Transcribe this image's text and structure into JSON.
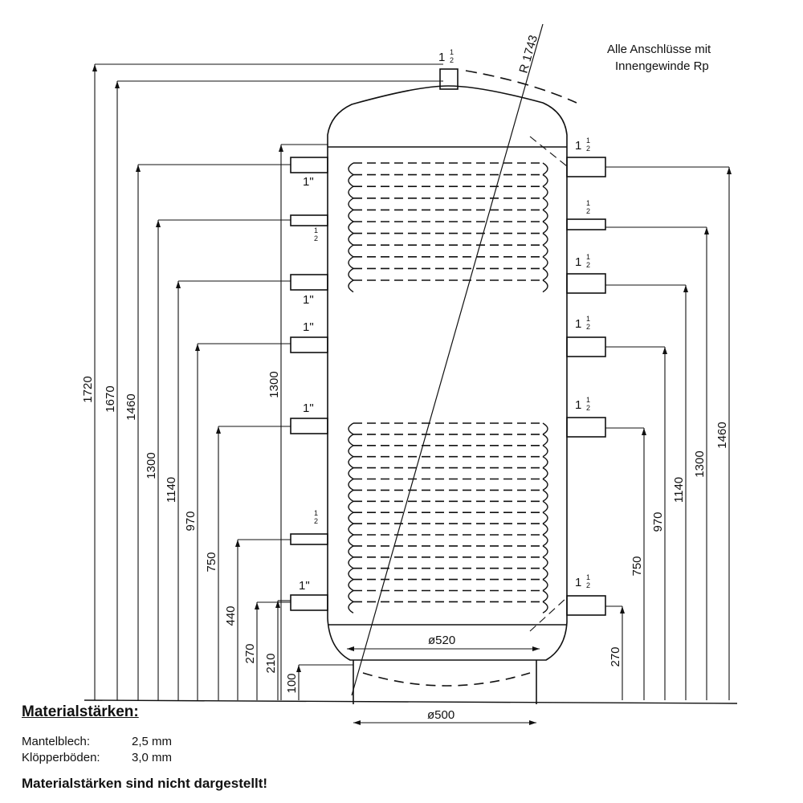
{
  "note": {
    "line1": "Alle Anschlüsse mit",
    "line2": "Innengewinde Rp"
  },
  "radius_label": "R 1743",
  "diameter_top": "ø520",
  "diameter_bottom": "ø500",
  "left_dimensions": [
    "1720",
    "1670",
    "1460",
    "1300",
    "1140",
    "970",
    "750",
    "440",
    "270",
    "210",
    "100"
  ],
  "left_inner_dimension": "1300",
  "right_dimensions": [
    "270",
    "750",
    "970",
    "1140",
    "1300",
    "1460"
  ],
  "top_connection": {
    "whole": "1",
    "num": "1",
    "den": "2"
  },
  "left_connections": [
    {
      "whole": "1\"",
      "num": "",
      "den": ""
    },
    {
      "whole": "",
      "num": "1",
      "den": "2"
    },
    {
      "whole": "1\"",
      "num": "",
      "den": ""
    },
    {
      "whole": "1\"",
      "num": "",
      "den": ""
    },
    {
      "whole": "1\"",
      "num": "",
      "den": ""
    },
    {
      "whole": "",
      "num": "1",
      "den": "2"
    },
    {
      "whole": "1\"",
      "num": "",
      "den": ""
    }
  ],
  "right_connections": [
    {
      "whole": "1",
      "num": "1",
      "den": "2"
    },
    {
      "whole": "",
      "num": "1",
      "den": "2"
    },
    {
      "whole": "1",
      "num": "1",
      "den": "2"
    },
    {
      "whole": "1",
      "num": "1",
      "den": "2"
    },
    {
      "whole": "1",
      "num": "1",
      "den": "2"
    },
    {
      "whole": "1",
      "num": "1",
      "den": "2"
    }
  ],
  "materials": {
    "title": "Materialstärken:",
    "rows": [
      {
        "label": "Mantelblech:",
        "value": "2,5  mm"
      },
      {
        "label": "Klöpperböden:",
        "value": "3,0  mm"
      }
    ],
    "footnote": "Materialstärken sind nicht dargestellt!"
  }
}
